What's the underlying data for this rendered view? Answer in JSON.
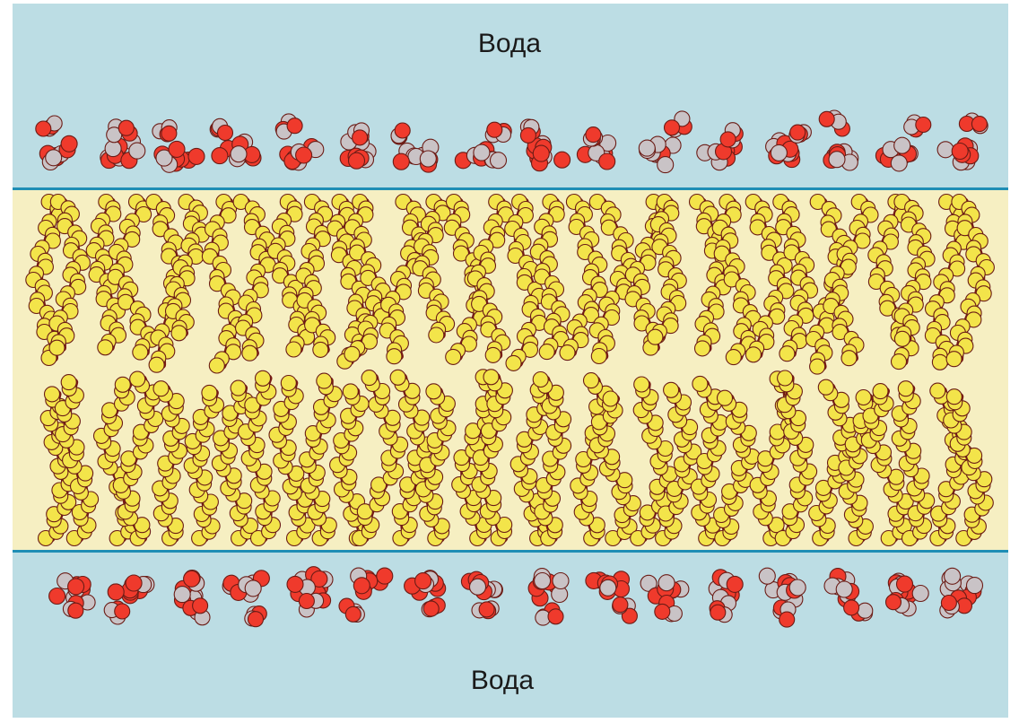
{
  "labels": {
    "top": "Вода",
    "bottom": "Вода"
  },
  "colors": {
    "water": "#bcdde4",
    "membrane_core": "#f6efc2",
    "boundary_line": "#1f8eb5",
    "tail_atom": "#f3e44a",
    "tail_bond": "#7a1a14",
    "head_oxygen": "#ef3a2c",
    "head_other": "#c9c3c6",
    "atom_outline": "#6b1c16"
  },
  "lipids": {
    "upper_leaflet_count": 16,
    "lower_leaflet_count": 16
  }
}
